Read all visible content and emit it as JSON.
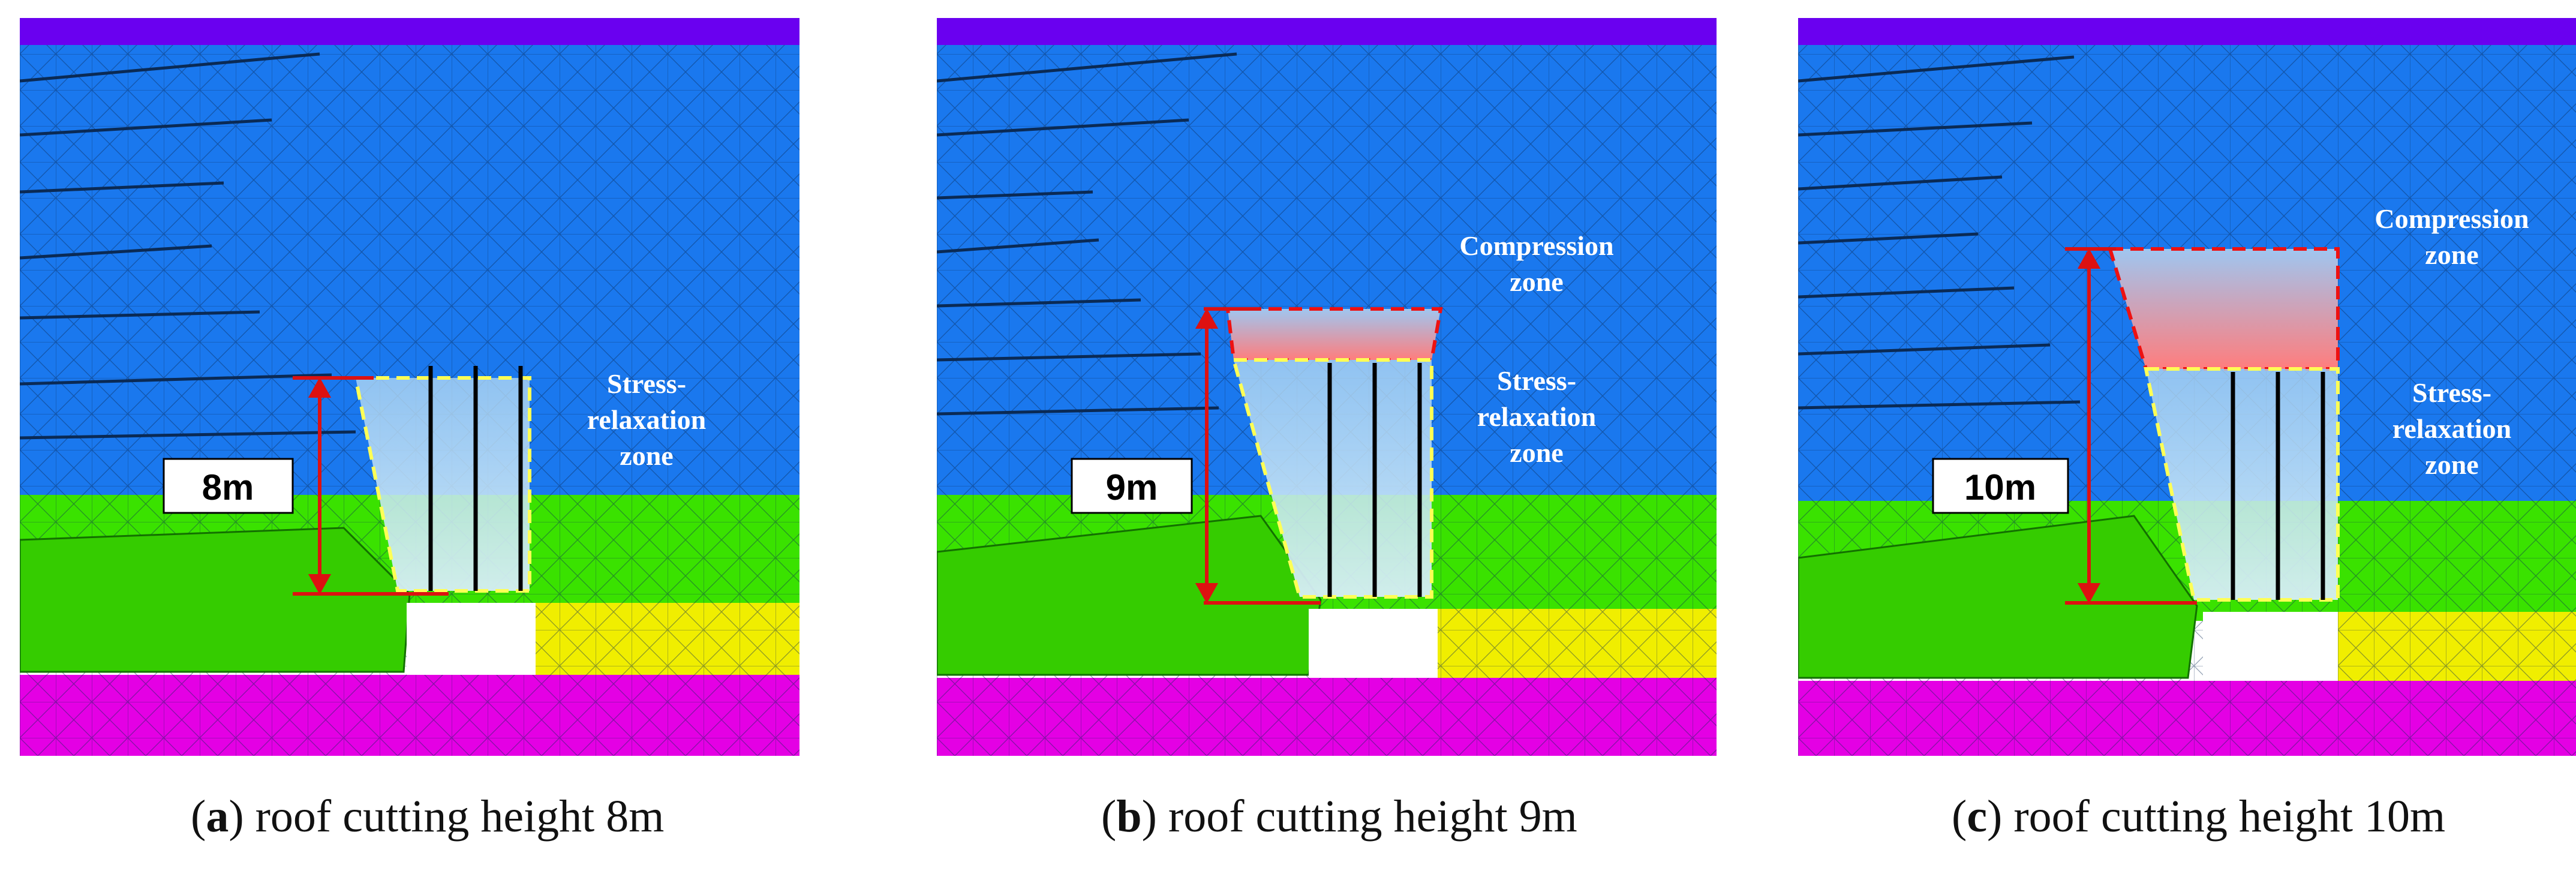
{
  "colors": {
    "top_band": "#6a00f0",
    "rock": "#1a78ee",
    "green": "#3ae200",
    "yellow": "#f0ee00",
    "bottom_band": "#e400e4",
    "stress_zone_border": "#ffff55",
    "compression_zone_border": "#ee1111",
    "arrow": "#dd1111"
  },
  "panels": [
    {
      "id": "a",
      "height_label": "8m",
      "stress_zone_label": [
        "Stress-",
        "relaxation",
        "zone"
      ],
      "compression_zone_label": [],
      "caption": {
        "letter": "a",
        "text": "roof cutting height 8m"
      }
    },
    {
      "id": "b",
      "height_label": "9m",
      "stress_zone_label": [
        "Stress-",
        "relaxation",
        "zone"
      ],
      "compression_zone_label": [
        "Compression",
        "zone"
      ],
      "caption": {
        "letter": "b",
        "text": "roof cutting height 9m"
      }
    },
    {
      "id": "c",
      "height_label": "10m",
      "stress_zone_label": [
        "Stress-",
        "relaxation",
        "zone"
      ],
      "compression_zone_label": [
        "Compression",
        "zone"
      ],
      "caption": {
        "letter": "c",
        "text": "roof cutting height 10m"
      }
    }
  ]
}
